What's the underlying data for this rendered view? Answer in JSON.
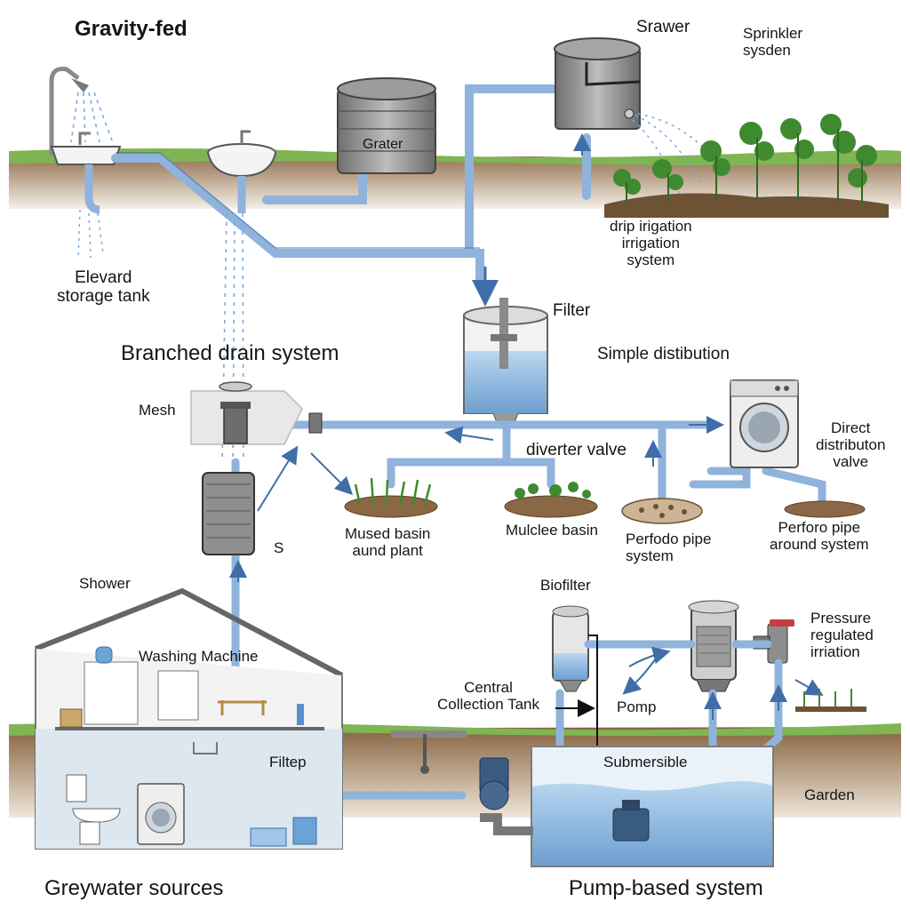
{
  "labels": {
    "gravity_fed": "Gravity-fed",
    "srawer": "Srawer",
    "sprinkler_sysden": "Sprinkler\nsysden",
    "grater": "Grater",
    "drip_irrigation": "drip irigation\nirrigation\nsystem",
    "elevard_storage_tank": "Elevard\nstorage tank",
    "filter_top": "Filter",
    "branched_drain_system": "Branched drain system",
    "simple_distribution": "Simple distibution",
    "mesh": "Mesh",
    "diverter_valve": "diverter valve",
    "direct_distribution_valve": "Direct\ndistributon\nvalve",
    "mused_basin": "Mused basin\naund plant",
    "mulclee_basin": "Mulclee basin",
    "perfodo_pipe_system": "Perfodo pipe\nsystem",
    "perforo_pipe_around": "Perforo pipe\naround system",
    "s_marker": "S",
    "shower": "Shower",
    "biofilter": "Biofilter",
    "washing_machine": "Washing Machine",
    "pressure_regulated": "Pressure\nregulated\nirriation",
    "central_collection_tank": "Central\nCollection Tank",
    "pomp": "Pomp",
    "filtep": "Filtep",
    "submersible": "Submersible",
    "garden": "Garden",
    "greywater_sources": "Greywater sources",
    "pump_based_system": "Pump-based system"
  },
  "colors": {
    "pipe": "#8fb3db",
    "pipe_dark": "#3f6ea8",
    "water": "#9cc3e8",
    "soil": "#7a5a3c",
    "grass": "#79b04e",
    "metal": "#9a9a9a"
  }
}
